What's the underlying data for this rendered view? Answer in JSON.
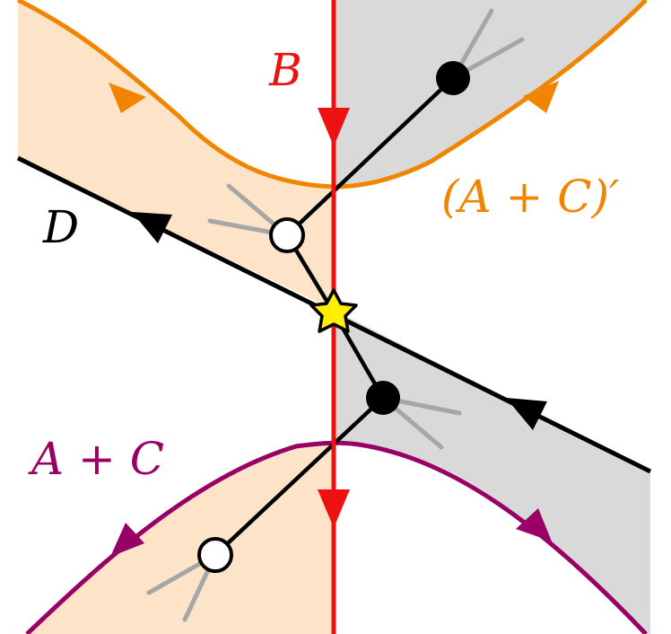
{
  "colors": {
    "orange_curve": "#f28500",
    "peach_region": "#fde3c7",
    "gray_region": "#d9d9d9",
    "red_line": "#ee1111",
    "purple_curve": "#990066",
    "black_line": "#000000",
    "spoke_gray": "#a6a6a6",
    "star_fill": "#ffee00"
  },
  "labels": {
    "b": "B",
    "d": "D",
    "a_plus_c": "A + C",
    "a_plus_c_prime": "(A + C)′"
  },
  "icons": {
    "star": "star-icon",
    "filled_dot": "filled-circle-icon",
    "open_dot": "open-circle-icon",
    "arrow": "arrowhead-icon"
  }
}
